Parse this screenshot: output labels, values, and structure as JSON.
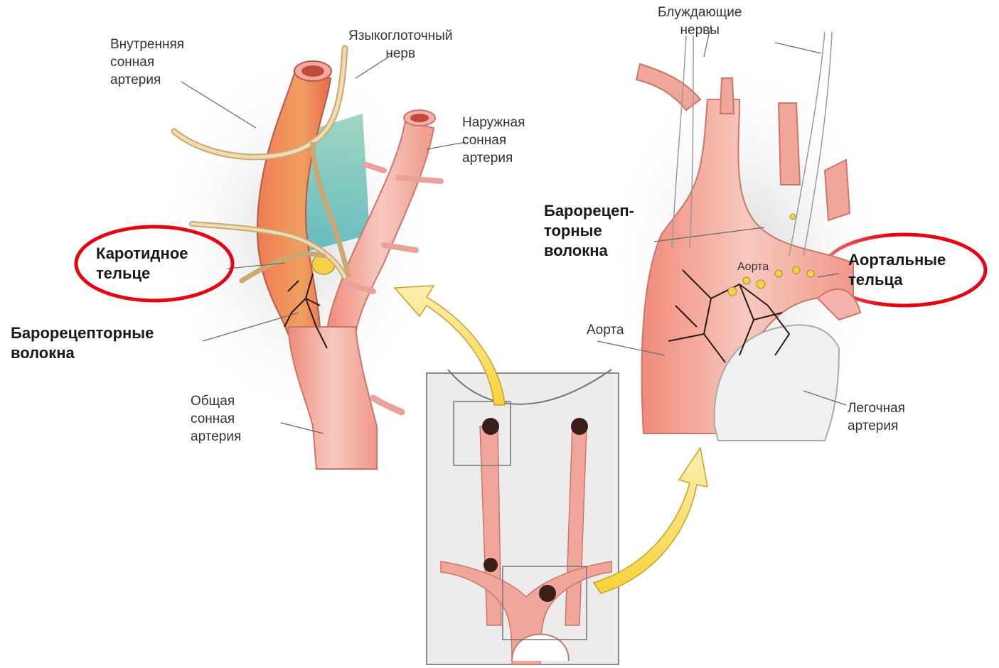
{
  "labels": {
    "internal_carotid": [
      "Внутренняя",
      "сонная",
      "артерия"
    ],
    "glossopharyngeal": [
      "Языкоглоточный",
      "нерв"
    ],
    "external_carotid": [
      "Наружная",
      "сонная",
      "артерия"
    ],
    "carotid_body": [
      "Каротидное",
      "тельце"
    ],
    "baroreceptor_left": [
      "Барорецепторные",
      "волокна"
    ],
    "common_carotid": [
      "Общая",
      "сонная",
      "артерия"
    ],
    "vagus": [
      "Блуждающие",
      "нервы"
    ],
    "baroreceptor_right": [
      "Барорецеп-",
      "торные",
      "волокна"
    ],
    "aorta_small": "Аорта",
    "aortic_bodies": [
      "Аортальные",
      "тельца"
    ],
    "aorta": "Аорта",
    "pulmonary": [
      "Легочная",
      "артерия"
    ]
  },
  "colors": {
    "artery": "#f2a49a",
    "artery_dark": "#e8665a",
    "nerve": "#e8d3a8",
    "highlight_ring": "#e30613",
    "arrow": "#f4dc5a"
  }
}
